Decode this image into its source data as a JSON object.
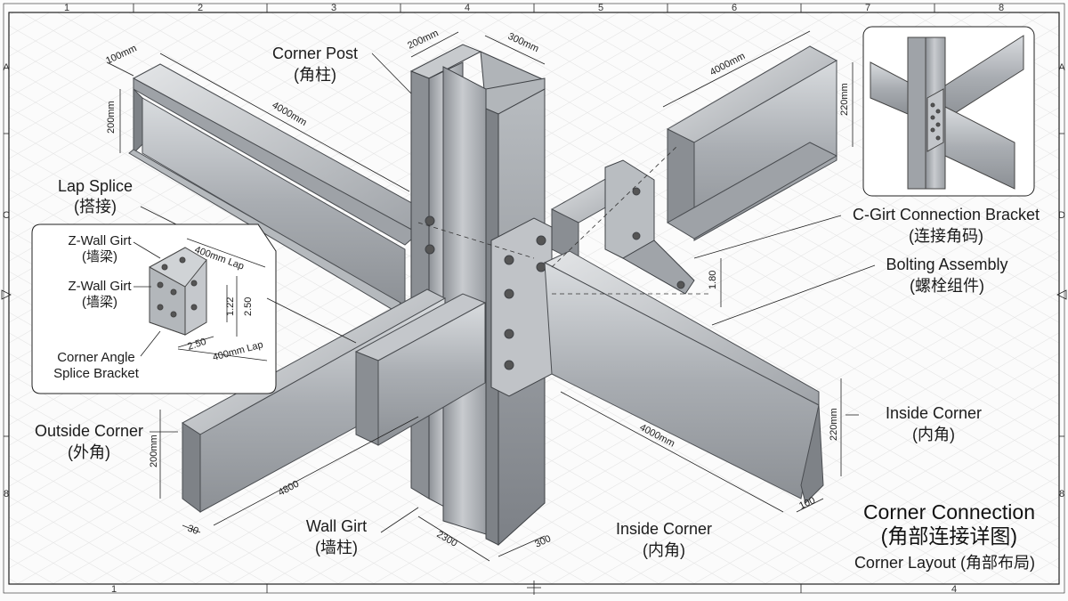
{
  "grid": {
    "top": [
      "1",
      "2",
      "3",
      "4",
      "5",
      "6",
      "7",
      "8"
    ],
    "bottom": [
      "1",
      "4"
    ],
    "left": [
      "A",
      "C",
      "8"
    ],
    "right": [
      "A",
      "D",
      "8"
    ]
  },
  "labels": {
    "corner_post": {
      "en": "Corner Post",
      "cn": "(角柱)"
    },
    "lap_splice": {
      "en": "Lap Splice",
      "cn": "(搭接)"
    },
    "zgirt_1": {
      "en": "Z-Wall Girt",
      "cn": "(墙梁)"
    },
    "zgirt_2": {
      "en": "Z-Wall Girt",
      "cn": "(墙梁)"
    },
    "corner_angle": {
      "line1": "Corner Angle",
      "line2": "Splice Bracket"
    },
    "outside_corner": {
      "en": "Outside Corner",
      "cn": "(外角)"
    },
    "wall_girt": {
      "en": "Wall Girt",
      "cn": "(墙柱)"
    },
    "inside_corner_bottom": {
      "en": "Inside Corner",
      "cn": "(内角)"
    },
    "inside_corner_right": {
      "en": "Inside Corner",
      "cn": "(内角)"
    },
    "cgirt_bracket": {
      "en": "C-Girt Connection Bracket",
      "cn": "(连接角码)"
    },
    "bolting": {
      "en": "Bolting Assembly",
      "cn": "(螺栓组件)"
    }
  },
  "dimensions": {
    "d100mm": "100mm",
    "d200mm_left": "200mm",
    "d4000mm_top": "4000mm",
    "d200mm_post": "200mm",
    "d300mm_post": "300mm",
    "d4000mm_right": "4000mm",
    "d220mm_top": "220mm",
    "d180": "1.80",
    "d220mm_right": "220mm",
    "d4000mm_mid": "4000mm",
    "d100": "100",
    "d200mm_outside": "200mm",
    "d4800": "4800",
    "d30": "30",
    "d2300": "2300",
    "d300": "300",
    "lap400_top": "400mm Lap",
    "lap400_bottom": "400mm Lap",
    "d122": "1.22",
    "d250_v": "2.50",
    "d250_h": "2.50"
  },
  "title_block": {
    "title_en": "Corner Connection",
    "title_cn": "(角部连接详图)",
    "subtitle": "Corner Layout (角部布局)"
  }
}
